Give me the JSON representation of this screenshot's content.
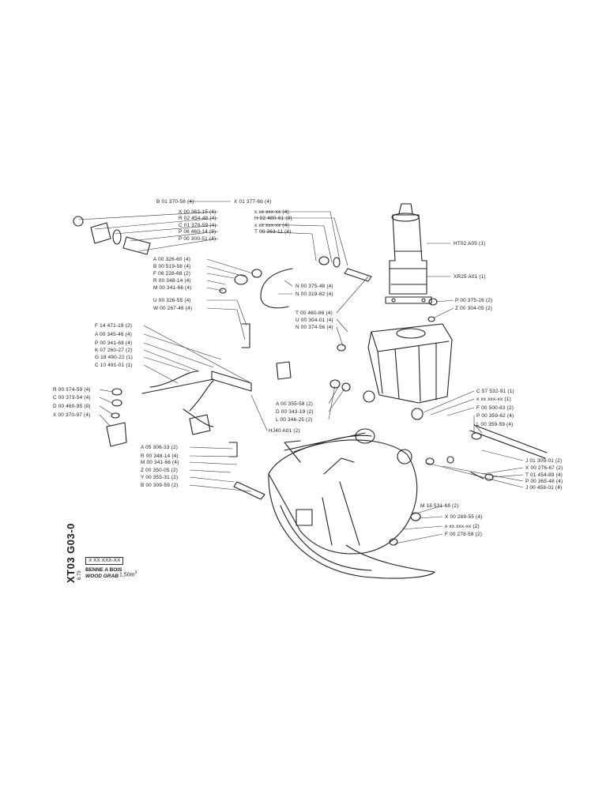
{
  "sheet": {
    "code": "XT03 G03-0",
    "date": "6.79",
    "part_number": "X XX XXX-XX",
    "title_fr": "BENNE A BOIS",
    "title_en": "WOOD GRAB",
    "capacity": "1,50m",
    "capacity_unit_sup": "3"
  },
  "callouts": [
    "B 01 370-58 (4)",
    "X 01 377-6b (4)",
    "X 00 363-15 (4)",
    "R 02 454-48 (4)",
    "C 01 370-59 (4)",
    "P 06 460-14 (8)",
    "P 00 300-51 (4)",
    "x xx xxx-xx (4)",
    "H 02 480-61 (8)",
    "x xx xxx-xx (4)",
    "T 00 363-11 (4)",
    "HT02 A05 (1)",
    "XR25 A01 (1)",
    "A 00 326-60 (4)",
    "B 00 519-58 (4)",
    "F 06 228-68 (2)",
    "R 00 348-14 (4)",
    "M 00 341-66 (4)",
    "U 00 326-55 (4)",
    "W 00 267-46 (4)",
    "N 00 375-48 (4)",
    "N 00 319-82 (4)",
    "T 00 460-86 (4)",
    "U 00 304-01 (4)",
    "N 00 374-56 (4)",
    "P 00 375-26 (2)",
    "Z 00 304-05 (2)",
    "F 14 471-19 (2)",
    "A 00 345-46 (4)",
    "P 00 341-68 (4)",
    "K 07 260-27 (2)",
    "G 18 490-22 (1)",
    "C 10 491-01 (1)",
    "R 00 374-59 (4)",
    "C 00 373-54 (4)",
    "D 00 460-95 (8)",
    "X 00 370-97 (4)",
    "A 00 355-58 (2)",
    "D 00 343-19 (2)",
    "L 00 346-25 (2)",
    "HJ40 A01 (2)",
    "C 57 532-91 (1)",
    "x xx xxx-xx (1)",
    "F 00 500-63 (2)",
    "P 00 359-62 (4)",
    "L 00 359-59 (4)",
    "A 05 306-33 (2)",
    "R 00 348-14 (4)",
    "M 00 341-66 (4)",
    "Z 00 350-05 (2)",
    "Y 00 355-31 (2)",
    "B 00 309-59 (2)",
    "J 01 309-01 (2)",
    "X 00 276-67 (2)",
    "T 01 454-89 (4)",
    "P 00 365-48 (4)",
    "J 00 458-01 (4)",
    "M 18 531-68 (2)",
    "X 00 289-55 (4)",
    "x xx xxx-xx (2)",
    "F 00 278-58 (2)"
  ]
}
